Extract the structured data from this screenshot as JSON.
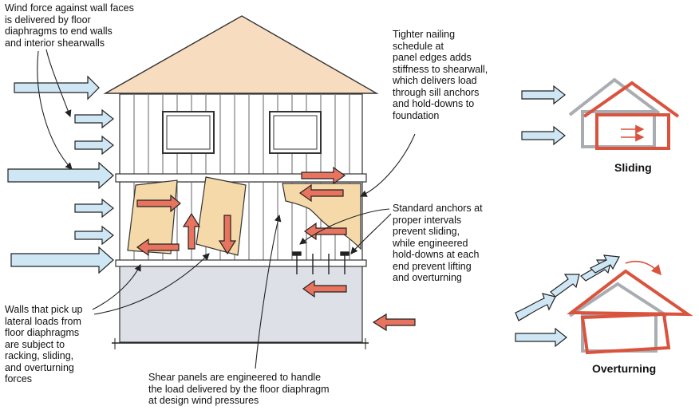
{
  "notes": {
    "wind_force": "Wind force against wall faces\nis delivered by floor\ndiaphragms to end walls\nand interior shearwalls",
    "nailing": "Tighter nailing\nschedule at\npanel edges adds\nstiffness to shearwall,\nwhich delivers load\nthrough sill anchors\nand hold-downs to\nfoundation",
    "anchors": "Standard anchors at\nproper intervals\nprevent sliding,\nwhile engineered\nhold-downs at each\nend prevent lifting\nand overturning",
    "walls": "Walls that pick up\nlateral loads from\nfloor diaphragms\nare subject to\nracking, sliding,\nand overturning\nforces",
    "shear_panels": "Shear panels are engineered to handle\nthe load delivered by the floor diaphragm\nat design wind pressures"
  },
  "captions": {
    "sliding": "Sliding",
    "overturning": "Overturning"
  },
  "colors": {
    "wind_arrow_fill": "#cfe7f5",
    "force_arrow_fill": "#e8735f",
    "panel_fill": "#f5d9a8",
    "roof_fill": "#f8dcc0",
    "foundation_fill": "#dde1e7",
    "sketch_red": "#d9533d",
    "sketch_gray": "#a9adb2"
  }
}
